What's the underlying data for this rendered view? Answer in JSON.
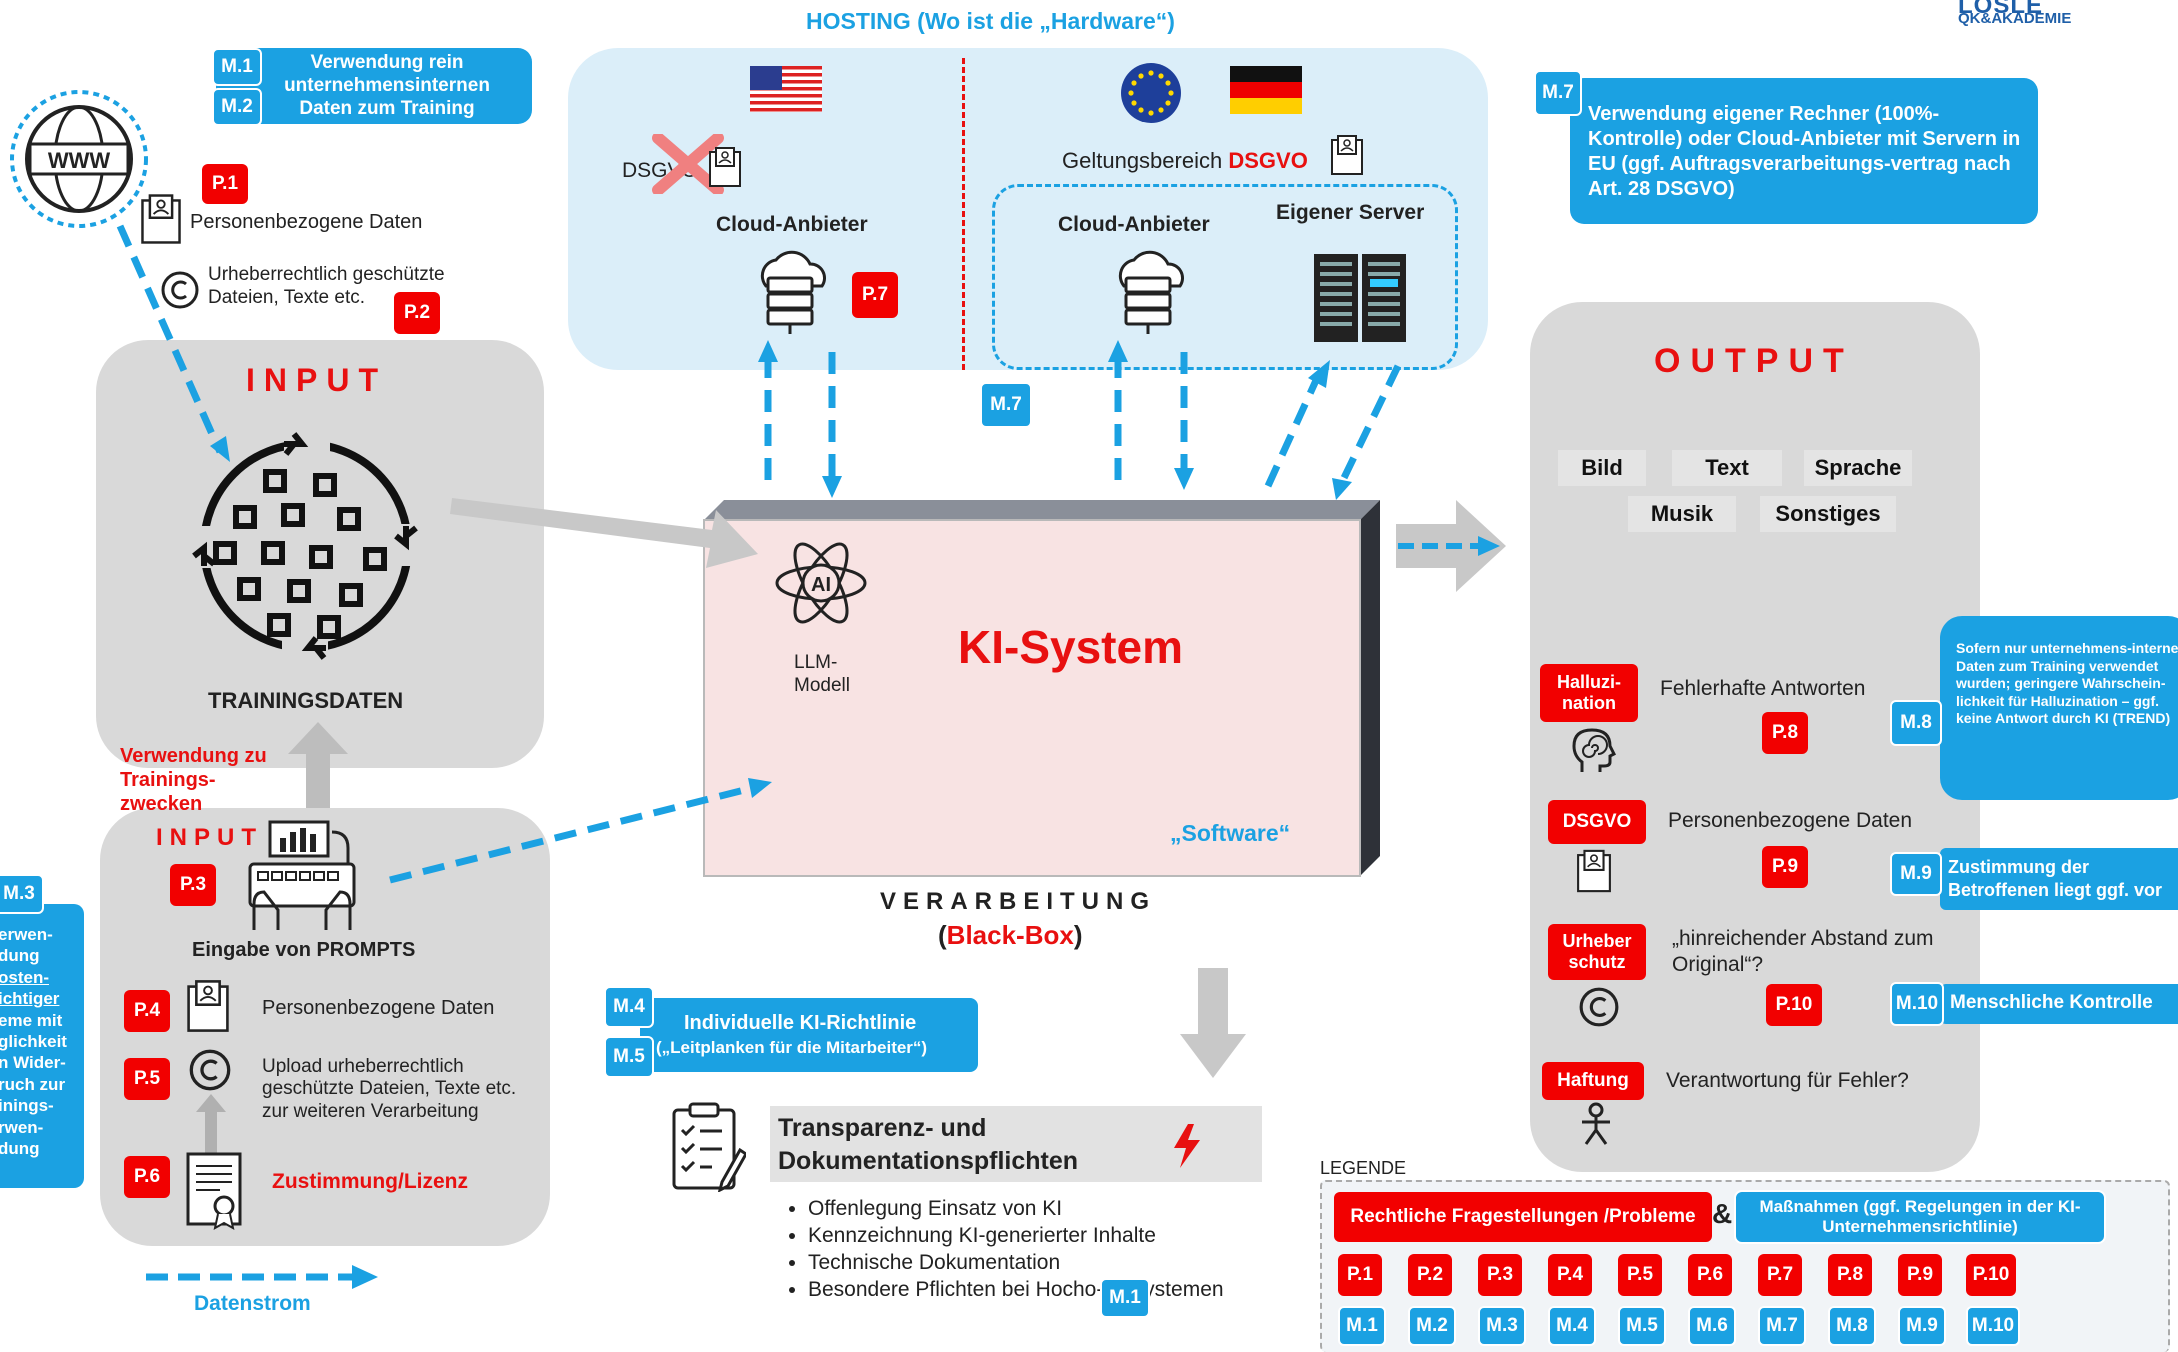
{
  "logo": {
    "line1": "LOSLE",
    "line2": "QK&AKADEMIE"
  },
  "hosting": {
    "title": "HOSTING (Wo ist die „Hardware“)",
    "dsgvo_crossed": "DSGVO",
    "cloud_left": "Cloud-Anbieter",
    "scope_prefix": "Geltungsbereich",
    "scope_dsgvo": "DSGVO",
    "cloud_right": "Cloud-Anbieter",
    "own_server": "Eigener Server"
  },
  "m1_box": {
    "tag1": "M.1",
    "tag2": "M.2",
    "text": "Verwendung rein unternehmensinternen Daten zum Training"
  },
  "m7_box": {
    "tag": "M.7",
    "text": "Verwendung eigener Rechner (100%-Kontrolle) oder Cloud-Anbieter mit Servern in EU (ggf. Auftragsverarbeitungs-vertrag nach Art. 28 DSGVO)"
  },
  "web": {
    "p1": "P.1",
    "personal": "Personenbezogene Daten",
    "copyright": "Urheberrechtlich geschützte Dateien, Texte etc.",
    "p2": "P.2"
  },
  "input": {
    "heading": "INPUT",
    "training_label": "TRAININGSDATEN",
    "usage": "Verwendung zu Trainings-zwecken"
  },
  "input2": {
    "heading": "INPUT",
    "p3": "P.3",
    "prompts": "Eingabe von PROMPTS",
    "p4": "P.4",
    "p4_text": "Personenbezogene Daten",
    "p5": "P.5",
    "p5_text": "Upload urheberrechtlich geschützte Dateien, Texte etc. zur weiteren Verarbeitung",
    "p6": "P.6",
    "p6_text": "Zustimmung/Lizenz"
  },
  "m3_box": {
    "tag": "M.3",
    "lines": [
      "erwen-",
      "dung",
      "osten-",
      "ichtiger",
      "eme mit",
      "glichkeit",
      "n Wider-",
      "ruch zur",
      "inings-",
      "rwen-",
      "dung"
    ]
  },
  "flow": {
    "label": "Datenstrom"
  },
  "ki": {
    "llm": "LLM-Modell",
    "title": "KI-System",
    "software": "„Software“",
    "p7": "P.7",
    "m7": "M.7"
  },
  "processing": {
    "label": "VERARBEITUNG",
    "open": "(",
    "blackbox": "Black-Box",
    "close": ")"
  },
  "m4_box": {
    "tag1": "M.4",
    "tag2": "M.5",
    "line1": "Individuelle KI-Richtlinie",
    "line2": "(„Leitplanken für die Mitarbeiter“)"
  },
  "transparency": {
    "title": "Transparenz- und Dokumentationspflichten",
    "items": [
      "Offenlegung Einsatz von KI",
      "Kennzeichnung KI-generierter Inhalte",
      "Technische Dokumentation",
      "Besondere Pflichten bei Hoch-Risiko-KI-Systemen"
    ],
    "item4a": "Besondere Pflichten bei Hoch",
    "item4b": "o-KI-Systemen",
    "m1": "M.1"
  },
  "output": {
    "heading": "OUTPUT",
    "chips": [
      "Bild",
      "Text",
      "Sprache",
      "Musik",
      "Sonstiges"
    ],
    "rows": [
      {
        "tag": "Halluzi-nation",
        "text": "Fehlerhafte Antworten",
        "p": "P.8",
        "m": "M.8"
      },
      {
        "tag": "DSGVO",
        "text": "Personenbezogene Daten",
        "p": "P.9",
        "m": "M.9"
      },
      {
        "tag": "Urheber schutz",
        "text": "„hinreichender Abstand zum Original“?",
        "p": "P.10",
        "m": "M.10"
      },
      {
        "tag": "Haftung",
        "text": "Verantwortung für Fehler?"
      }
    ],
    "m8_text": "Sofern nur unternehmens-interne Daten zum Training verwendet wurden; geringere Wahrschein-lichkeit für Halluzination – ggf. keine Antwort durch KI (TREND)",
    "m9_text": "Zustimmung der Betroffenen liegt ggf. vor",
    "m10_text": "Menschliche Kontrolle"
  },
  "legend": {
    "title": "LEGENDE",
    "red_label": "Rechtliche Fragestellungen /Probleme",
    "amp": "&",
    "blue_label": "Maßnahmen (ggf. Regelungen in der KI-Unternehmensrichtlinie)",
    "p_tags": [
      "P.1",
      "P.2",
      "P.3",
      "P.4",
      "P.5",
      "P.6",
      "P.7",
      "P.8",
      "P.9",
      "P.10"
    ],
    "m_tags": [
      "M.1",
      "M.2",
      "M.3",
      "M.4",
      "M.5",
      "M.6",
      "M.7",
      "M.8",
      "M.9",
      "M.10"
    ]
  },
  "colors": {
    "red": "#f20000",
    "blue": "#1ba1e2",
    "gray_panel": "#d9d9d9",
    "hosting_bg": "#dbeef9",
    "ki_fill": "#f8e3e3"
  }
}
